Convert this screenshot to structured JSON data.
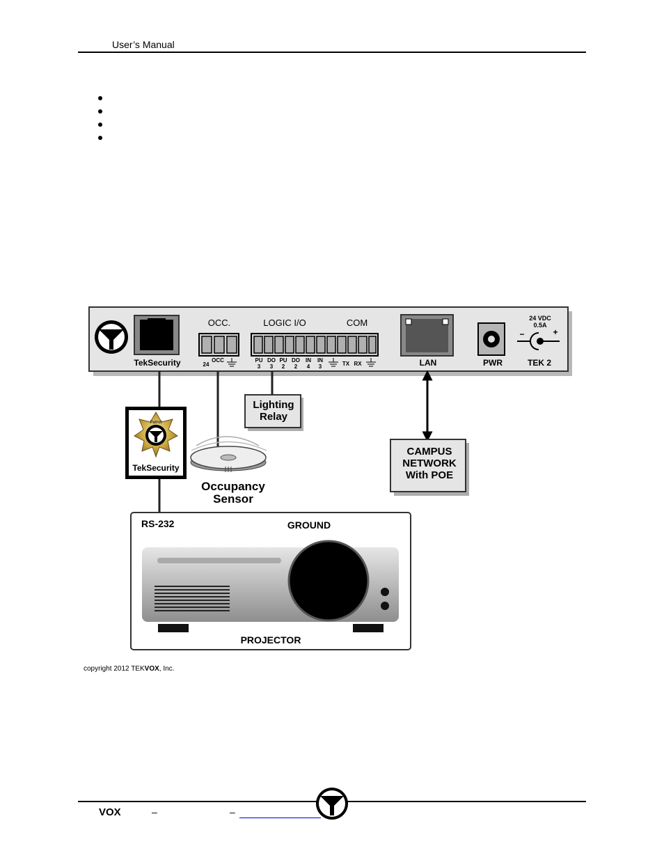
{
  "header": {
    "title": "User’s Manual"
  },
  "bullets": [
    "",
    "",
    "",
    ""
  ],
  "diagram": {
    "device": {
      "port_teksecurity": "TekSecurity",
      "occ_label": "OCC.",
      "occ_pins": [
        "24",
        "OCC"
      ],
      "logic_label": "LOGIC I/O",
      "logic_pins": [
        [
          "PU",
          "3"
        ],
        [
          "DO",
          "3"
        ],
        [
          "PU",
          "2"
        ],
        [
          "DO",
          "2"
        ],
        [
          "IN",
          "4"
        ],
        [
          "IN",
          "3"
        ]
      ],
      "com_label": "COM",
      "com_pins": [
        "TX",
        "RX"
      ],
      "lan_label": "LAN",
      "pwr_label": "PWR",
      "power_spec": [
        "24 VDC",
        "0.5A"
      ],
      "minus": "−",
      "plus": "+",
      "model": "TEK 2"
    },
    "lighting_relay": [
      "Lighting",
      "Relay"
    ],
    "campus_network": [
      "CAMPUS",
      "NETWORK",
      "With POE"
    ],
    "badge": {
      "patrol": "Patrol",
      "label": "TekSecurity"
    },
    "occupancy_sensor": [
      "Occupancy",
      "Sensor"
    ],
    "projector": {
      "rs232": "RS-232",
      "ground": "GROUND",
      "name": "PROJECTOR"
    }
  },
  "copyright": {
    "prefix": "copyright 2012 TEK",
    "brand": "VOX",
    "suffix": ", Inc."
  },
  "footer": {
    "vox": "VOX",
    "dash1": "–",
    "dash2": "–"
  }
}
